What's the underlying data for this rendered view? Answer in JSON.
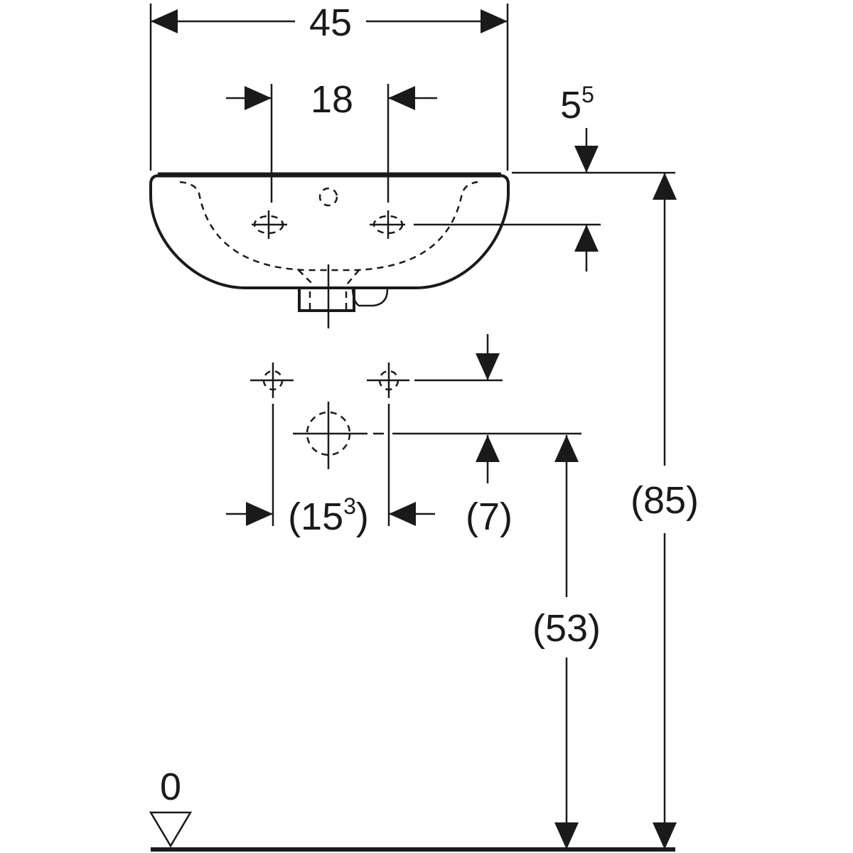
{
  "dimensions": {
    "overall_width": "45",
    "tap_hole_spacing": "18",
    "rim_to_tap_hole": {
      "base": "5",
      "sup": "5"
    },
    "wall_connection_spacing": {
      "open": "(15",
      "sup": "3",
      "close": ")"
    },
    "supply_to_waste": "(7)",
    "rim_height": "(85)",
    "waste_height": "(53)",
    "floor_level": "0"
  },
  "colors": {
    "line": "#1a1a1a",
    "background": "#ffffff"
  }
}
